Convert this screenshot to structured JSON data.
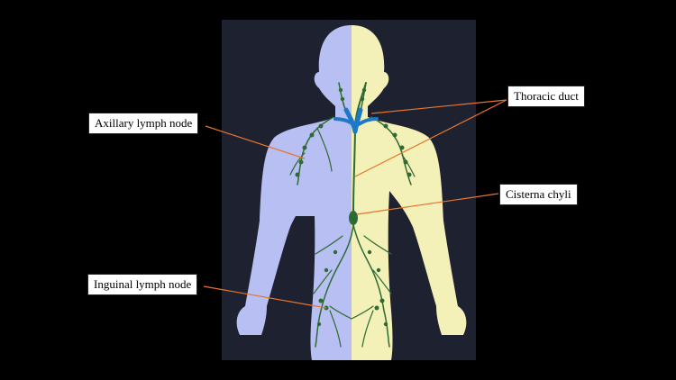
{
  "labels": {
    "axillary": "Axillary lymph node",
    "thoracic": "Thoracic duct",
    "cisterna": "Cisterna chyli",
    "inguinal": "Inguinal lymph node"
  },
  "colors": {
    "background": "#000000",
    "panel": "#1e2130",
    "body_left": "#b8bff2",
    "body_right": "#f3f0b8",
    "vessel": "#2e6b34",
    "vein": "#1e78c8",
    "leader": "#e8742c"
  }
}
